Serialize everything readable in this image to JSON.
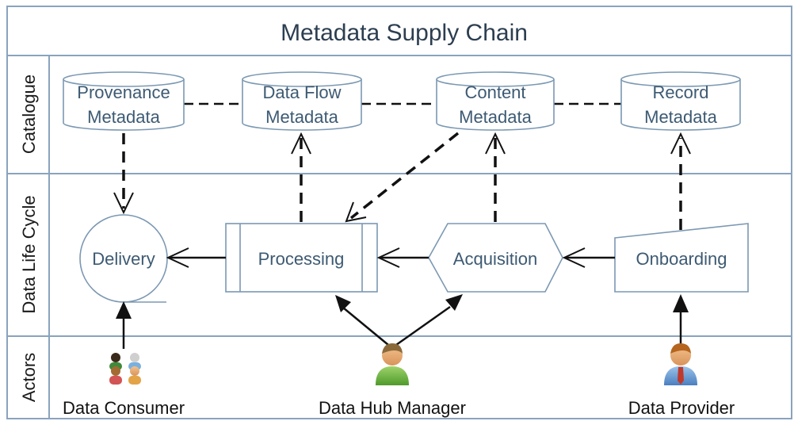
{
  "title": "Metadata Supply Chain",
  "lanes": {
    "catalogue": "Catalogue",
    "lifecycle": "Data Life Cycle",
    "actors": "Actors"
  },
  "catalogue_nodes": [
    {
      "line1": "Provenance",
      "line2": "Metadata"
    },
    {
      "line1": "Data Flow",
      "line2": "Metadata"
    },
    {
      "line1": "Content",
      "line2": "Metadata"
    },
    {
      "line1": "Record",
      "line2": "Metadata"
    }
  ],
  "lifecycle_nodes": {
    "delivery": "Delivery",
    "processing": "Processing",
    "acquisition": "Acquisition",
    "onboarding": "Onboarding"
  },
  "actors": {
    "consumer": "Data Consumer",
    "hub_manager": "Data Hub Manager",
    "provider": "Data Provider"
  }
}
